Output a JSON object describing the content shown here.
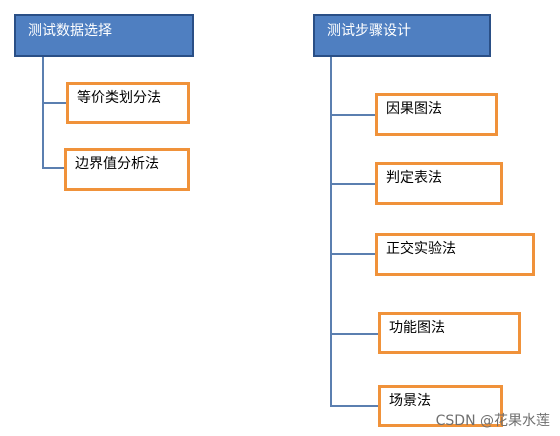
{
  "left_tree": {
    "header": "测试数据选择",
    "items": [
      "等价类划分法",
      "边界值分析法"
    ]
  },
  "right_tree": {
    "header": "测试步骤设计",
    "items": [
      "因果图法",
      "判定表法",
      "正交实验法",
      "功能图法",
      "场景法"
    ]
  },
  "watermark": "CSDN @花果水莲",
  "colors": {
    "header_fill": "#4f7fc1",
    "header_border": "#2a4f86",
    "node_border": "#f0923a",
    "connector": "#5b7fb0"
  }
}
